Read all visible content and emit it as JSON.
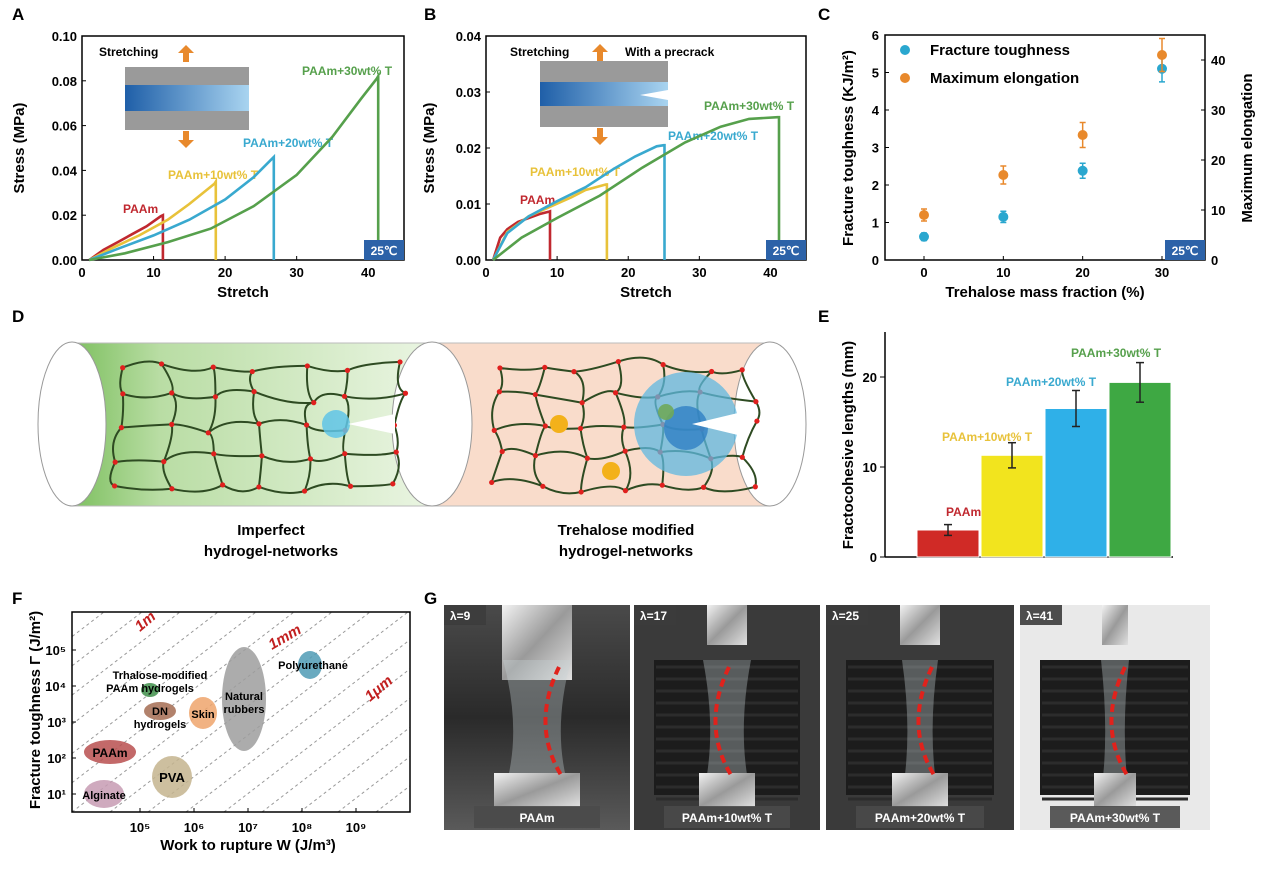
{
  "colors": {
    "paam": "#c0282f",
    "t10": "#e8c23a",
    "t20": "#39a9cf",
    "t30": "#56a04c",
    "toughness": "#2aa7cf",
    "elongation": "#e8892c",
    "badge": "#2c62a8",
    "net_line": "#2e4b22",
    "crosslink": "#e0201e",
    "green_bg": "#cfe7bf",
    "pink_bg": "#f9dccb"
  },
  "temp_badge": "25℃",
  "panel_letters": [
    "A",
    "B",
    "C",
    "D",
    "E",
    "F",
    "G"
  ],
  "panelA": {
    "letter": "A",
    "inset_label": "Stretching",
    "chart_data": {
      "type": "line",
      "xlabel": "Stretch",
      "ylabel": "Stress (MPa)",
      "xlim": [
        0,
        45
      ],
      "ylim": [
        0,
        0.1
      ],
      "xticks": [
        "0",
        "10",
        "20",
        "30",
        "40"
      ],
      "yticks": [
        "0.00",
        "0.02",
        "0.04",
        "0.06",
        "0.08",
        "0.10"
      ],
      "series": [
        {
          "name": "PAAm",
          "color": "#c0282f",
          "x": [
            1,
            3,
            5,
            7,
            9,
            11,
            11.3,
            11.3
          ],
          "y": [
            0,
            0.0045,
            0.008,
            0.0115,
            0.015,
            0.0195,
            0.02,
            0
          ]
        },
        {
          "name": "PAAm+10wt% T",
          "color": "#e8c23a",
          "x": [
            1,
            4,
            8,
            12,
            15,
            18.5,
            18.7,
            18.7
          ],
          "y": [
            0,
            0.005,
            0.011,
            0.018,
            0.025,
            0.034,
            0.035,
            0
          ]
        },
        {
          "name": "PAAm+20wt% T",
          "color": "#39a9cf",
          "x": [
            1,
            5,
            10,
            15,
            20,
            24,
            26.5,
            26.8,
            26.8
          ],
          "y": [
            0,
            0.005,
            0.011,
            0.018,
            0.027,
            0.037,
            0.045,
            0.046,
            0
          ]
        },
        {
          "name": "PAAm+30wt% T",
          "color": "#56a04c",
          "x": [
            1,
            6,
            12,
            18,
            24,
            30,
            35,
            39,
            41.2,
            41.4,
            41.4
          ],
          "y": [
            0,
            0.003,
            0.008,
            0.014,
            0.024,
            0.038,
            0.055,
            0.072,
            0.081,
            0.082,
            0
          ]
        }
      ]
    }
  },
  "panelB": {
    "letter": "B",
    "inset_label_left": "Stretching",
    "inset_label_right": "With a precrack",
    "chart_data": {
      "type": "line",
      "xlabel": "Stretch",
      "ylabel": "Stress (MPa)",
      "xlim": [
        0,
        45
      ],
      "ylim": [
        0,
        0.04
      ],
      "xticks": [
        "0",
        "10",
        "20",
        "30",
        "40"
      ],
      "yticks": [
        "0.00",
        "0.01",
        "0.02",
        "0.03",
        "0.04"
      ],
      "series": [
        {
          "name": "PAAm",
          "color": "#c0282f",
          "x": [
            1,
            2,
            3,
            4.5,
            6,
            7.5,
            8.8,
            9,
            9
          ],
          "y": [
            0,
            0.004,
            0.0055,
            0.0068,
            0.0075,
            0.0082,
            0.0086,
            0.0087,
            0
          ]
        },
        {
          "name": "PAAm+10wt% T",
          "color": "#e8c23a",
          "x": [
            1,
            3,
            6,
            9,
            12,
            14,
            16,
            16.9,
            17,
            17
          ],
          "y": [
            0,
            0.005,
            0.0078,
            0.0095,
            0.0112,
            0.0125,
            0.0132,
            0.0135,
            0.0135,
            0
          ]
        },
        {
          "name": "PAAm+20wt% T",
          "color": "#39a9cf",
          "x": [
            1,
            3,
            6,
            10,
            14,
            18,
            21,
            24,
            25,
            25.1,
            25.1
          ],
          "y": [
            0,
            0.0048,
            0.0078,
            0.0105,
            0.013,
            0.0163,
            0.0185,
            0.0203,
            0.0205,
            0.0205,
            0
          ]
        },
        {
          "name": "PAAm+30wt% T",
          "color": "#56a04c",
          "x": [
            1,
            5,
            10,
            16,
            22,
            28,
            33,
            37,
            41,
            41.2,
            41.2
          ],
          "y": [
            0,
            0.004,
            0.0075,
            0.0115,
            0.0165,
            0.021,
            0.0238,
            0.0252,
            0.0255,
            0.0255,
            0
          ]
        }
      ]
    }
  },
  "panelC": {
    "letter": "C",
    "chart_data": {
      "type": "scatter",
      "xlabel": "Trehalose mass fraction (%)",
      "ylabel": "Fracture toughness (KJ/m²)",
      "ylabel_right": "Maximum elongation",
      "x": [
        0,
        10,
        20,
        30
      ],
      "xticks": [
        "0",
        "10",
        "20",
        "30"
      ],
      "ylim": [
        0,
        6
      ],
      "yticks": [
        "0",
        "1",
        "2",
        "3",
        "4",
        "5",
        "6"
      ],
      "ylim_right": [
        0,
        45
      ],
      "yticks_right": [
        "0",
        "10",
        "20",
        "30",
        "40"
      ],
      "series": [
        {
          "name": "Fracture toughness",
          "axis": "left",
          "color": "#2aa7cf",
          "values": [
            0.62,
            1.15,
            2.38,
            5.1
          ],
          "errors": [
            0.1,
            0.15,
            0.2,
            0.35
          ]
        },
        {
          "name": "Maximum elongation",
          "axis": "right",
          "color": "#e8892c",
          "values": [
            9,
            17,
            25,
            41
          ],
          "errors": [
            1.2,
            1.8,
            2.5,
            3.3
          ]
        }
      ]
    }
  },
  "panelD": {
    "letter": "D",
    "caption_left_1": "Imperfect",
    "caption_left_2": "hydrogel-networks",
    "caption_right_1": "Trehalose modified",
    "caption_right_2": "hydrogel-networks"
  },
  "panelE": {
    "letter": "E",
    "chart_data": {
      "type": "bar",
      "ylabel": "Fractocohesive lengths (mm)",
      "ylim": [
        0,
        25
      ],
      "yticks": [
        "0",
        "10",
        "20"
      ],
      "categories": [
        "PAAm",
        "PAAm+10wt% T",
        "PAAm+20wt% T",
        "PAAm+30wt% T"
      ],
      "values": [
        3.0,
        11.3,
        16.5,
        19.4
      ],
      "errors": [
        0.6,
        1.4,
        2.0,
        2.2
      ],
      "colors": [
        "#d02a26",
        "#f2e41e",
        "#2fb0e8",
        "#3ea843"
      ]
    }
  },
  "panelF": {
    "letter": "F",
    "xlabel": "Work to rupture W (J/m³)",
    "ylabel": "Fracture toughness Γ (J/m²)",
    "xticks": [
      "10⁵",
      "10⁶",
      "10⁷",
      "10⁸",
      "10⁹"
    ],
    "yticks": [
      "10⁵",
      "10⁴",
      "10³",
      "10²",
      "10¹"
    ],
    "length_labels": [
      "1m",
      "1mm",
      "1μm"
    ],
    "materials": [
      {
        "name": "PAAm",
        "color": "#b94f4f"
      },
      {
        "name": "Alginate",
        "color": "#c79bb3"
      },
      {
        "name": "PVA",
        "color": "#c4b48e"
      },
      {
        "name": "DN hydrogels",
        "name_1": "DN",
        "name_2": "hydrogels",
        "color": "#a46c52"
      },
      {
        "name": "Skin",
        "color": "#efa56c"
      },
      {
        "name": "Natural rubbers",
        "name_1": "Natural",
        "name_2": "rubbers",
        "color": "#9e9e9e"
      },
      {
        "name": "Polyurethane",
        "color": "#4f9bb5"
      },
      {
        "name": "Trhalose-modified PAAm hydrogels",
        "name_1": "Trhalose-modified",
        "name_2": "PAAm hydrogels",
        "color": "#3f8f4a"
      }
    ]
  },
  "panelG": {
    "letter": "G",
    "photos": [
      {
        "stretch": "λ=9",
        "label": "PAAm"
      },
      {
        "stretch": "λ=17",
        "label": "PAAm+10wt% T"
      },
      {
        "stretch": "λ=25",
        "label": "PAAm+20wt% T"
      },
      {
        "stretch": "λ=41",
        "label": "PAAm+30wt% T"
      }
    ]
  }
}
